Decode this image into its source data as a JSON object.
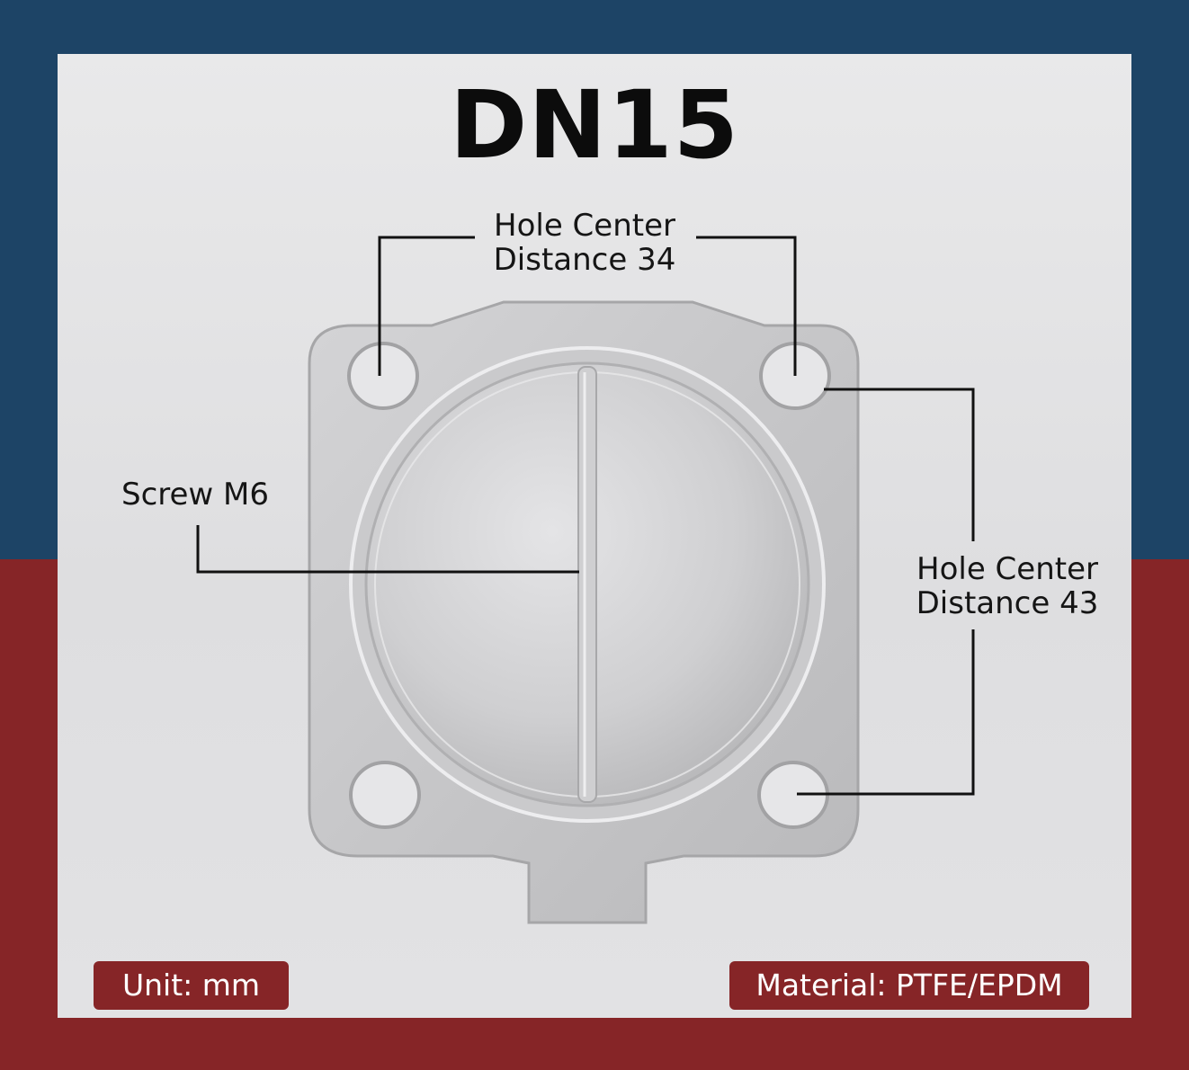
{
  "title": "DN15",
  "annotations": {
    "top_distance": {
      "line1": "Hole Center",
      "line2": "Distance 34"
    },
    "side_distance": {
      "line1": "Hole Center",
      "line2": "Distance 43"
    },
    "screw": "Screw M6"
  },
  "badges": {
    "unit": "Unit: mm",
    "material": "Material: PTFE/EPDM"
  },
  "colors": {
    "navy": "#1d4466",
    "red": "#862527",
    "panel": "#e4e4e6"
  }
}
